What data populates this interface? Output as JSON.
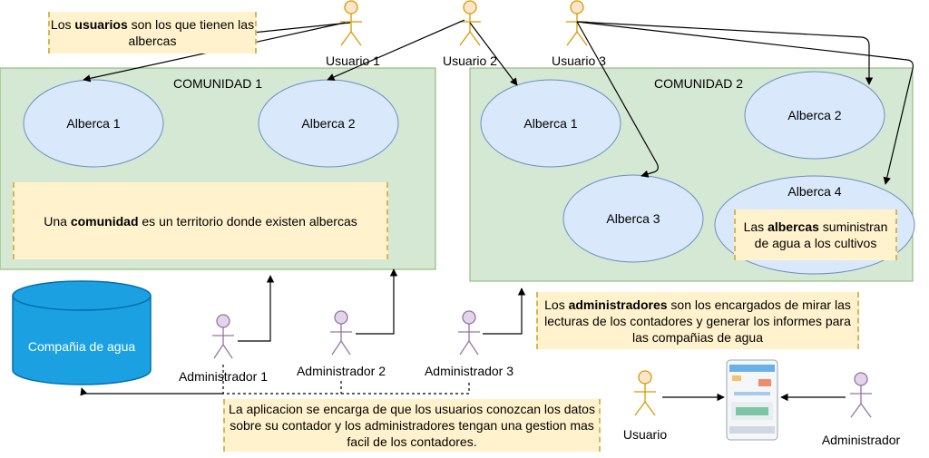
{
  "communities": [
    {
      "label": "COMUNIDAD 1"
    },
    {
      "label": "COMUNIDAD 2"
    }
  ],
  "albercas": {
    "c1": [
      "Alberca 1",
      "Alberca 2"
    ],
    "c2": [
      "Alberca 1",
      "Alberca 2",
      "Alberca 3",
      "Alberca 4"
    ]
  },
  "users": [
    "Usuario 1",
    "Usuario 2",
    "Usuario 3"
  ],
  "admins": [
    "Administrador 1",
    "Administrador 2",
    "Administrador 3"
  ],
  "database": {
    "label": "Compañia de agua"
  },
  "legend": {
    "user_label": "Usuario",
    "admin_label": "Administrador",
    "device_icon": "mobile-app-screenshot"
  },
  "notes": {
    "usuarios": {
      "pre": "Los ",
      "bold": "usuarios",
      "post": " son los que tienen las albercas"
    },
    "comunidad": {
      "pre": "Una ",
      "bold": "comunidad",
      "post": " es un territorio donde existen albercas"
    },
    "albercas": {
      "pre": "Las ",
      "bold": "albercas",
      "post": " suministran de agua a los cultivos"
    },
    "administradores": {
      "pre": "Los ",
      "bold": "administradores",
      "post": " son los encargados de mirar las lecturas de los contadores y generar los informes para las compañias de agua"
    },
    "aplicacion": {
      "text": "La aplicacion se encarga de que los usuarios conozcan los datos sobre su contador y los administradores tengan una gestion mas facil de los contadores."
    }
  },
  "colors": {
    "community_fill": "#d5e8d4",
    "community_stroke": "#82b366",
    "ellipse_fill": "#dae8fc",
    "ellipse_stroke": "#6c8ebf",
    "note_fill": "#fff2cc",
    "note_stroke": "#d6b656",
    "user_fill": "#ffe6cc",
    "user_stroke": "#d79b00",
    "admin_fill": "#e1d5e7",
    "admin_stroke": "#9673a6",
    "db_fill": "#1ba1e2",
    "db_stroke": "#006eaf"
  }
}
